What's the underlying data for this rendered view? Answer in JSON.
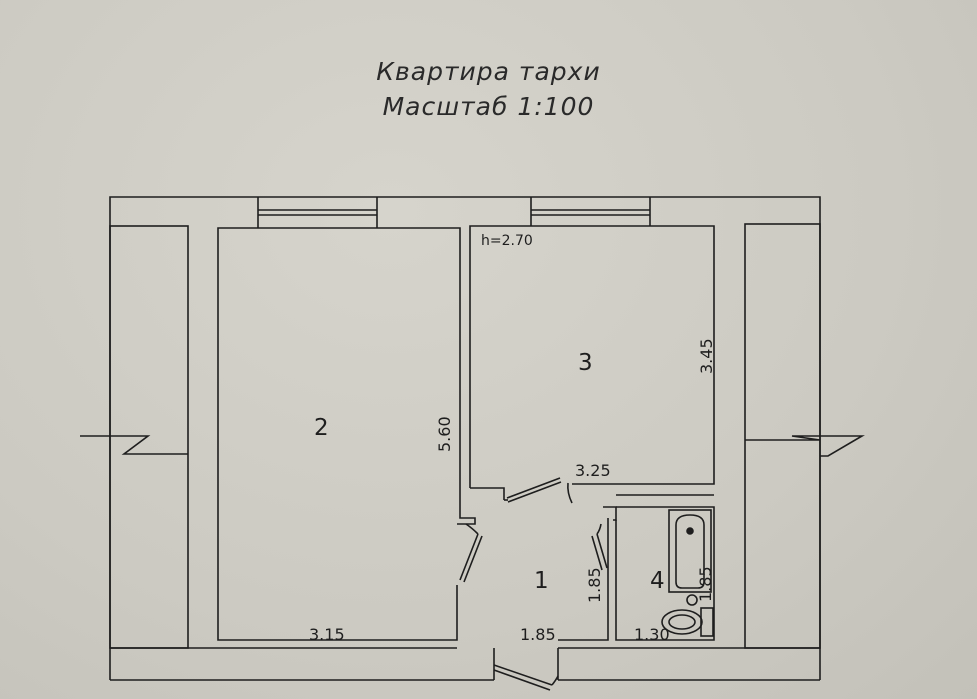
{
  "title": "Квартира тархи",
  "scale": "Масштаб 1:100",
  "height_note": "h=2.70",
  "rooms": [
    {
      "number": "1",
      "width": "1.85",
      "length": "1.85"
    },
    {
      "number": "2",
      "width": "3.15",
      "length": "5.60"
    },
    {
      "number": "3",
      "width": "3.25",
      "length": "3.45"
    },
    {
      "number": "4",
      "width": "1.30",
      "length": "1.85"
    }
  ],
  "colors": {
    "line": "#1e1e1e",
    "paper": "#cfcdc5"
  }
}
